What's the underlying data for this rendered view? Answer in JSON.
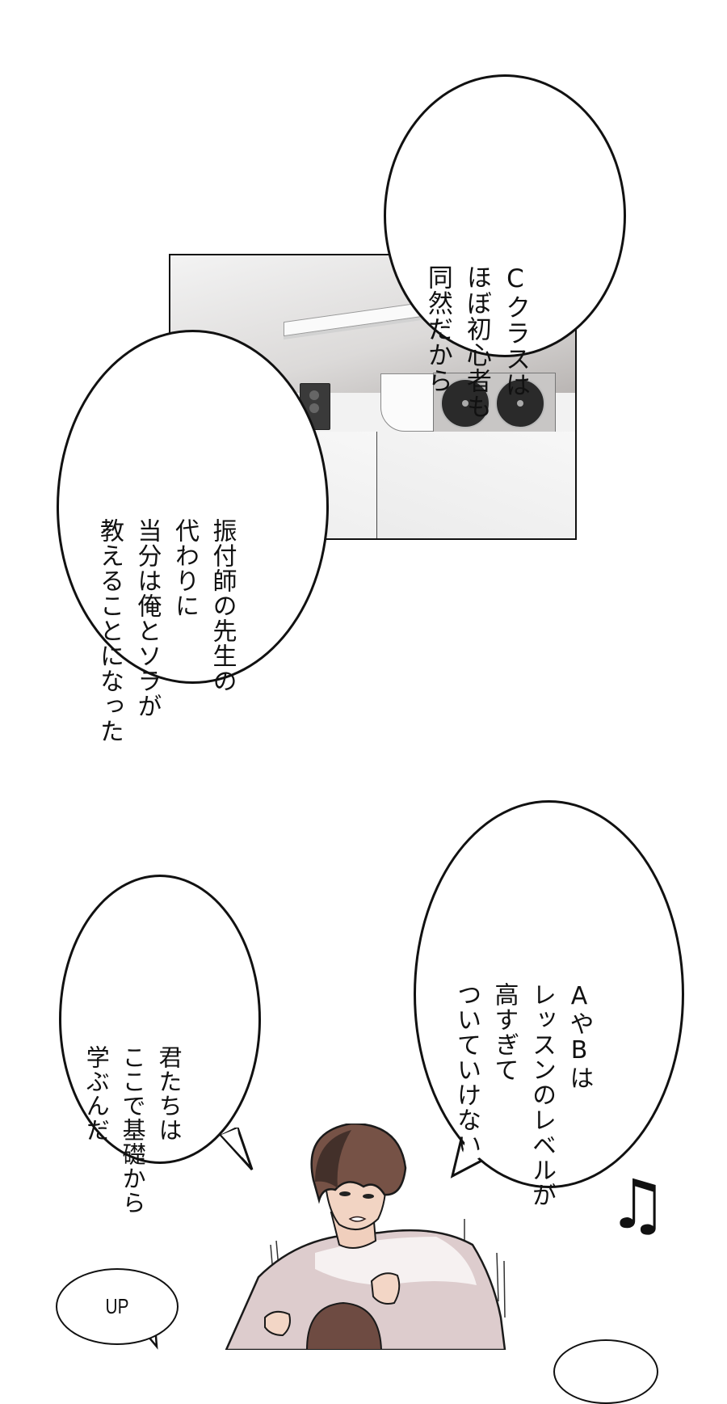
{
  "panel": {
    "scene": "dance-studio-ceiling-with-speakers-and-turntables",
    "colors": {
      "border": "#111111",
      "ceiling": "#dcdad9",
      "cabinet": "#f2f2f2",
      "disc": "#2a2a2a"
    }
  },
  "bubbles": [
    {
      "id": "c-class",
      "lines": [
        "Cクラスは",
        "ほぼ初心者も",
        "同然だから"
      ]
    },
    {
      "id": "choreographer",
      "lines": [
        "振付師の先生の",
        "代わりに",
        "当分は俺とソラが",
        "教えることになった"
      ]
    },
    {
      "id": "ab-level",
      "lines": [
        "AやBは",
        "レッスンのレベルが",
        "高すぎて",
        "ついていけない"
      ]
    },
    {
      "id": "basics",
      "lines": [
        "君たちは",
        "ここで基礎から",
        "学ぶんだ"
      ]
    },
    {
      "id": "up",
      "lines": [
        "UP"
      ]
    }
  ],
  "sfx": {
    "music_note": "♫"
  },
  "character": {
    "hair_color": "#6b4a3e",
    "hair_shadow": "#3e2a25",
    "skin_color": "#f1d3c2",
    "shirt_color": "#e9dcdc",
    "shirt_shadow": "#cbb3b5"
  }
}
